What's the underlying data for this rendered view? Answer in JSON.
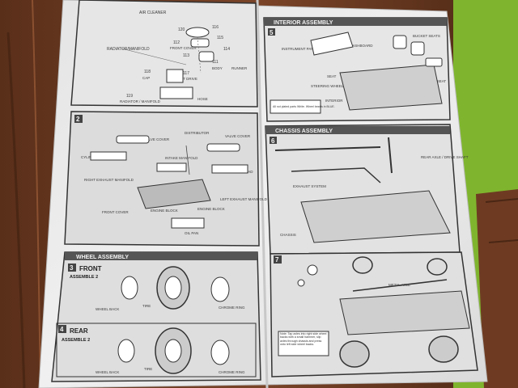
{
  "colors": {
    "wood": "#6b3a22",
    "wood_dark": "#4a2614",
    "green_bg": "#7fb52e",
    "paper": "#ececec",
    "panel": "#dcdcdc",
    "ink": "#3a3a3a",
    "header": "#555555"
  },
  "panel1": {
    "labels": {
      "air_cleaner": "AIR CLEANER",
      "part_120": "120",
      "part_116": "116",
      "part_115": "115",
      "part_114": "114",
      "part_112": "112",
      "part_113": "113",
      "part_117": "117",
      "part_118": "118",
      "part_111": "111",
      "part_119": "119",
      "radiator": "RADIATOR/MANIFOLD",
      "front_cover": "FRONT COVER",
      "belt_drive": "BELT DRIVE",
      "cap": "CAP",
      "body": "BODY",
      "runner": "RUNNER",
      "radiator_manifold": "RADIATOR / MANIFOLD",
      "hose": "HOSE"
    }
  },
  "panel2": {
    "number": "2",
    "labels": {
      "valve_cover_l": "VALVE COVER",
      "distributor": "DISTRIBUTOR",
      "valve_cover_r": "VALVE COVER",
      "intake_manifold": "INTAKE MANIFOLD",
      "cylinder_head_l": "CYLINDER HEAD",
      "cylinder_head_r": "CYLINDER HEAD",
      "right_exhaust": "RIGHT EXHAUST MANIFOLD",
      "left_exhaust": "LEFT EXHAUST MANIFOLD",
      "front_cover": "FRONT COVER",
      "engine_block_l": "ENGINE BLOCK",
      "engine_block_r": "ENGINE BLOCK",
      "oil_pan": "OIL PAN"
    }
  },
  "interior": {
    "title": "INTERIOR ASSEMBLY",
    "number": "5",
    "labels": {
      "instrument_panel": "INSTRUMENT PANEL",
      "dashboard": "DASHBOARD",
      "seat": "SEAT",
      "steering_wheel": "STEERING WHEEL",
      "interior": "INTERIOR",
      "bucket_seats": "BUCKET SEATS",
      "rear_seat": "REAR SEAT"
    },
    "note": "All not plated parts White. Wheel bezels in BLUE."
  },
  "chassis": {
    "title": "CHASSIS ASSEMBLY",
    "number": "6",
    "labels": {
      "axle": "REAR AXLE / DRIVE SHAFT",
      "exhaust": "EXHAUST SYSTEM",
      "chassis": "CHASSIS"
    }
  },
  "wheel": {
    "title": "WHEEL ASSEMBLY",
    "front_number": "3",
    "front_title": "FRONT",
    "front_sub": "ASSEMBLE 2",
    "rear_number": "4",
    "rear_title": "REAR",
    "rear_sub": "ASSEMBLE 2",
    "labels": {
      "wheel_back": "WHEEL BACK",
      "tire": "TIRE",
      "chrome_ring": "CHROME RING"
    }
  },
  "final": {
    "number": "7",
    "labels": {
      "metal_axle": "METAL AXLE"
    },
    "note": "Note: Tap axles into right side wheel backs with a small hammer, slip axles through chassis and press onto left side wheel backs."
  }
}
